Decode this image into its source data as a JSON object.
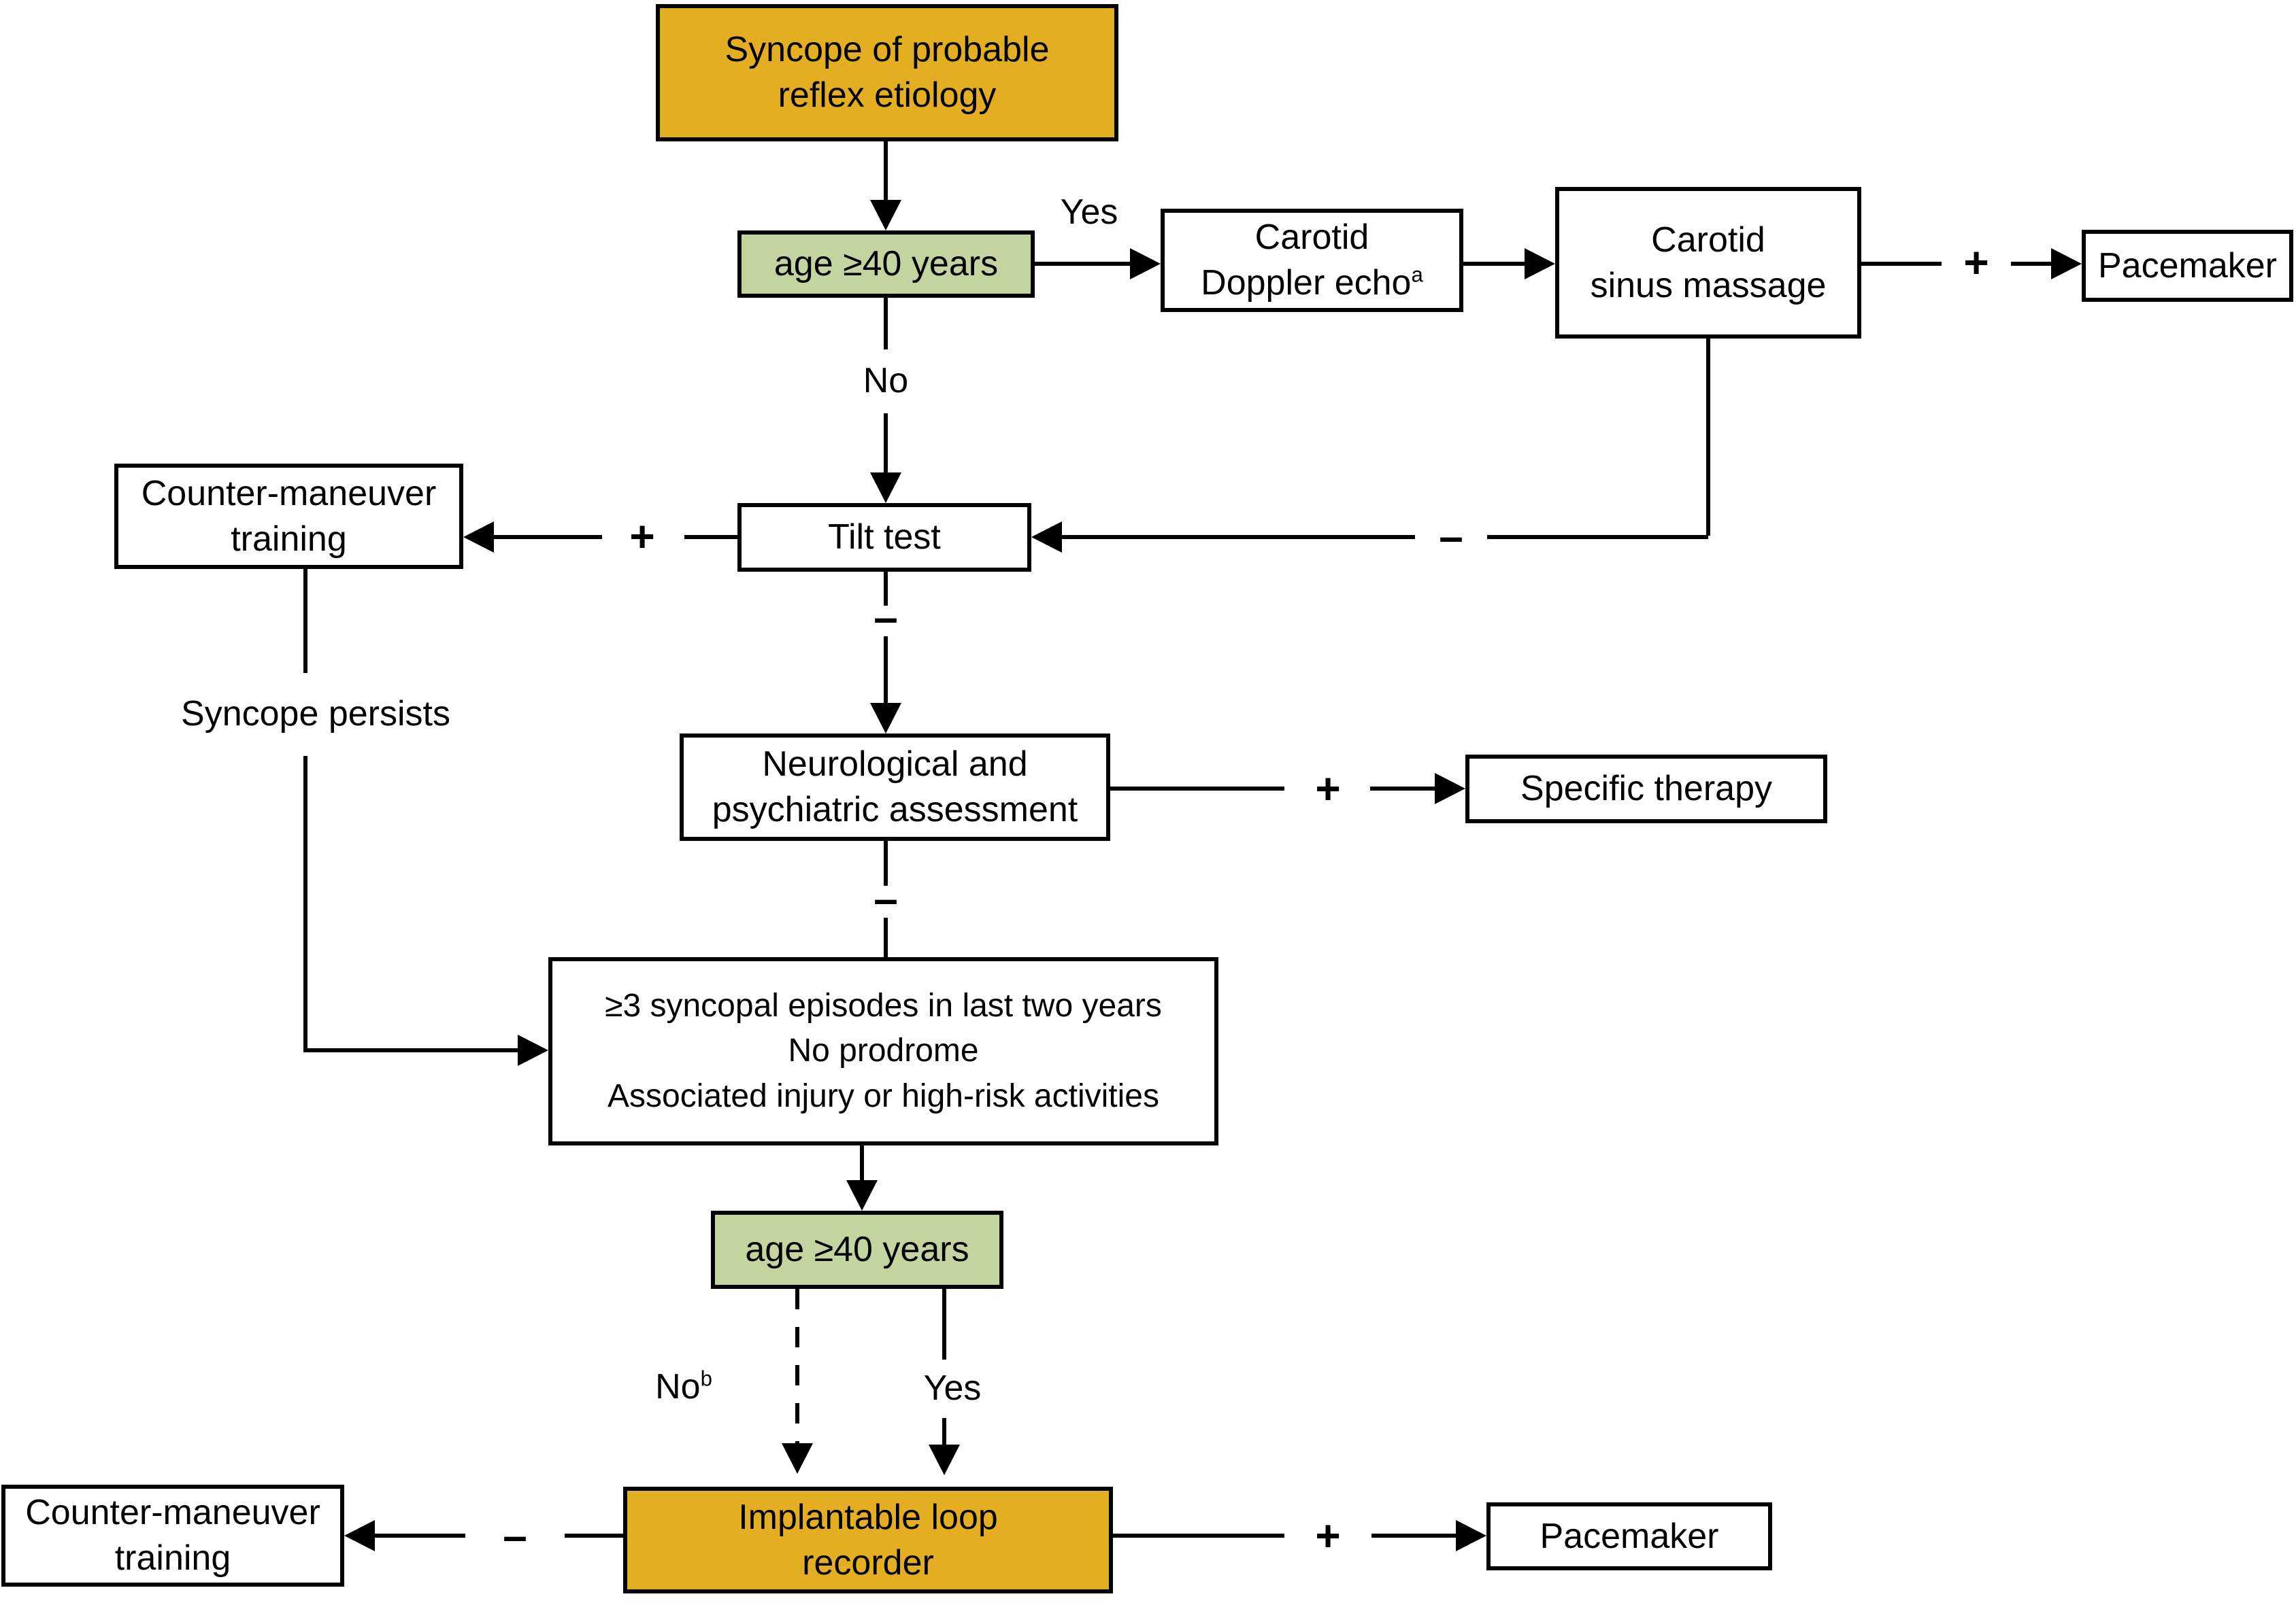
{
  "diagram": {
    "colors": {
      "highlight_orange": "#E3AE22",
      "highlight_green": "#C2D4A0",
      "line_black": "#000000",
      "background": "#FFFFFF"
    },
    "nodes": {
      "syncope": {
        "line1": "Syncope of probable",
        "line2": "reflex etiology"
      },
      "age40_top": {
        "label": "age ≥40 years"
      },
      "carotid_doppler": {
        "line1": "Carotid",
        "line2": "Doppler echo",
        "superscript": "a"
      },
      "carotid_sinus": {
        "line1": "Carotid",
        "line2": "sinus massage"
      },
      "pacemaker_top": {
        "label": "Pacemaker"
      },
      "counter_maneuver_top": {
        "line1": "Counter-maneuver",
        "line2": "training"
      },
      "tilt_test": {
        "label": "Tilt test"
      },
      "neuro_assessment": {
        "line1": "Neurological and",
        "line2": "psychiatric assessment"
      },
      "specific_therapy": {
        "label": "Specific therapy"
      },
      "criteria": {
        "line1": "≥3 syncopal episodes in last two years",
        "line2": "No prodrome",
        "line3": "Associated injury or high-risk activities"
      },
      "age40_bottom": {
        "label": "age ≥40 years"
      },
      "implantable_loop_recorder": {
        "line1": "Implantable loop",
        "line2": "recorder"
      },
      "counter_maneuver_bottom": {
        "line1": "Counter-maneuver",
        "line2": "training"
      },
      "pacemaker_bottom": {
        "label": "Pacemaker"
      }
    },
    "edge_labels": {
      "yes_top": "Yes",
      "no_top": "No",
      "plus_to_pacemaker_top": "+",
      "minus_csm_to_tilt": "–",
      "plus_tilt_to_counter_maneuver": "+",
      "minus_tilt_down": "–",
      "plus_neuro_to_therapy": "+",
      "minus_neuro_down": "–",
      "syncope_persists": "Syncope persists",
      "no_bottom": "No",
      "no_bottom_superscript": "b",
      "yes_bottom": "Yes",
      "minus_ilr_to_counter_maneuver": "–",
      "plus_ilr_to_pacemaker": "+"
    }
  }
}
